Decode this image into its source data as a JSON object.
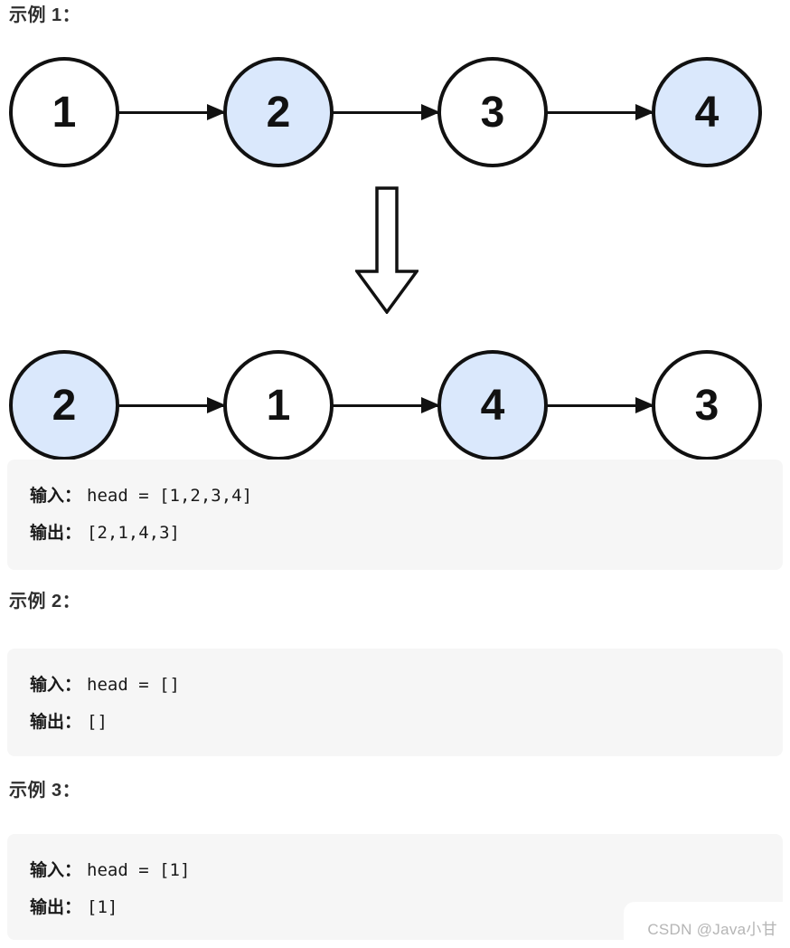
{
  "colors": {
    "node_fill_highlight": "#dae8fc",
    "node_fill_plain": "#ffffff",
    "node_stroke": "#111111",
    "code_block_bg": "#f6f6f6",
    "heading_color": "#303030",
    "watermark_color": "#b5b5b5"
  },
  "diagram": {
    "before": [
      {
        "label": "1",
        "highlighted": false
      },
      {
        "label": "2",
        "highlighted": true
      },
      {
        "label": "3",
        "highlighted": false
      },
      {
        "label": "4",
        "highlighted": true
      }
    ],
    "transform_arrow": "down-arrow",
    "after": [
      {
        "label": "2",
        "highlighted": true
      },
      {
        "label": "1",
        "highlighted": false
      },
      {
        "label": "4",
        "highlighted": true
      },
      {
        "label": "3",
        "highlighted": false
      }
    ]
  },
  "examples": [
    {
      "heading": "示例 1：",
      "input_label": "输入：",
      "input_value": "head = [1,2,3,4]",
      "output_label": "输出：",
      "output_value": "[2,1,4,3]"
    },
    {
      "heading": "示例 2：",
      "input_label": "输入：",
      "input_value": "head = []",
      "output_label": "输出：",
      "output_value": "[]"
    },
    {
      "heading": "示例 3：",
      "input_label": "输入：",
      "input_value": "head = [1]",
      "output_label": "输出：",
      "output_value": "[1]"
    }
  ],
  "watermark": "CSDN @Java小甘"
}
